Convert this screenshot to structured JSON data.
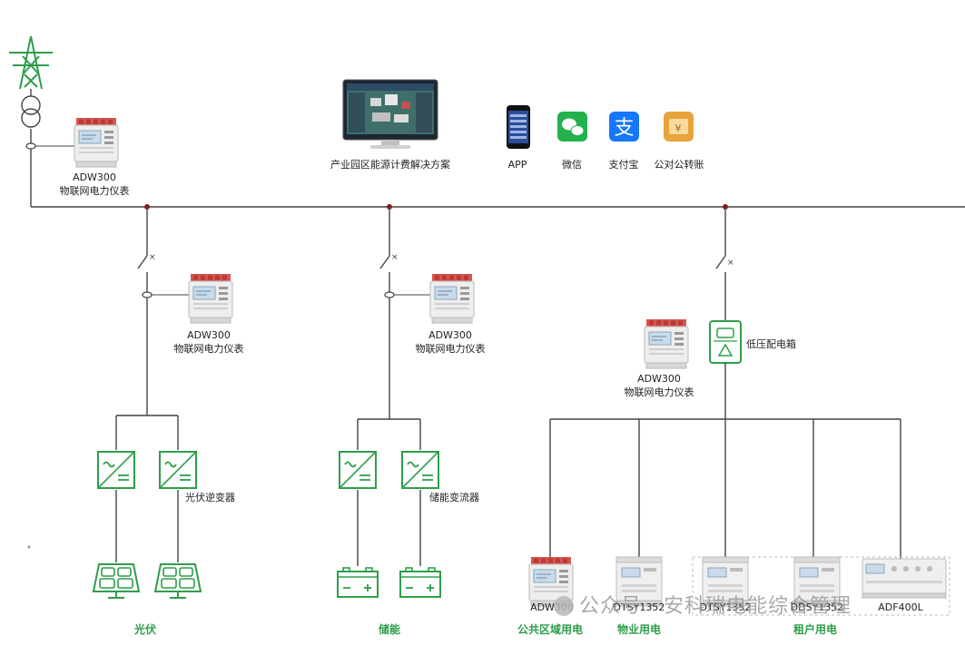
{
  "grid_meter": {
    "model": "ADW300",
    "desc": "物联网电力仪表"
  },
  "platform": {
    "label": "产业园区能源计费解决方案"
  },
  "payments": [
    {
      "label": "APP",
      "color": "#2a4d9c"
    },
    {
      "label": "微信",
      "color": "#22b14c"
    },
    {
      "label": "支付宝",
      "color": "#1677ff"
    },
    {
      "label": "公对公转账",
      "color": "#e8a33a"
    }
  ],
  "branch_pv": {
    "meter_model": "ADW300",
    "meter_desc": "物联网电力仪表",
    "inverter_label": "光伏逆变器",
    "category": "光伏"
  },
  "branch_storage": {
    "meter_model": "ADW300",
    "meter_desc": "物联网电力仪表",
    "converter_label": "储能变流器",
    "category": "储能"
  },
  "branch_load": {
    "box_label": "低压配电箱",
    "meter_model": "ADW300",
    "meter_desc": "物联网电力仪表",
    "devices": [
      {
        "model": "ADW300"
      },
      {
        "model": "DTSY1352"
      },
      {
        "model": "DTSY1352"
      },
      {
        "model": "DDSY1352"
      },
      {
        "model": "ADF400L"
      }
    ],
    "categories": [
      "公共区域用电",
      "物业用电",
      "租户用电"
    ]
  },
  "watermark": "公众号 · 安科瑞电能综合管理",
  "colors": {
    "green": "#2e9e4a",
    "line": "#444444",
    "node": "#8b1a1a",
    "meter_red": "#d9534f"
  }
}
